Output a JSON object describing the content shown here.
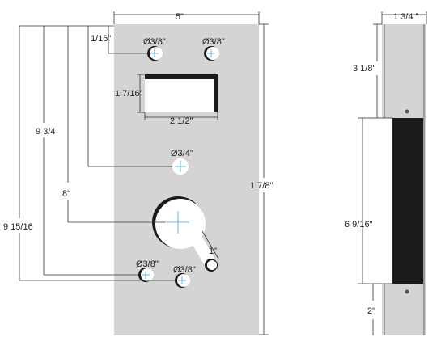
{
  "front_view": {
    "width_label": "5\"",
    "height_label": "1 7/8\"",
    "top_offset_label": "1/16\"",
    "dim_9_3_4": "9 3/4",
    "dim_8": "8\"",
    "dim_9_15_16": "9 15/16",
    "hole_label_top_left": "Ø3/8\"",
    "hole_label_top_right": "Ø3/8\"",
    "opening_height_label": "1 7/16\"",
    "opening_width_label": "2 1/2\"",
    "mid_hole_label": "Ø3/4\"",
    "lever_label": "1\"",
    "hole_label_bottom_left": "Ø3/8\"",
    "hole_label_bottom_right": "Ø3/8\""
  },
  "side_view": {
    "depth_label": "1 3/4 \"",
    "top_offset_label": "3 1/8\"",
    "height_label": "6 9/16\"",
    "bottom_label": "2\""
  },
  "colors": {
    "plate": "#d4d4d4",
    "dark": "#1b1b1b",
    "crosshair": "#3aa8e0",
    "line": "#333333"
  }
}
